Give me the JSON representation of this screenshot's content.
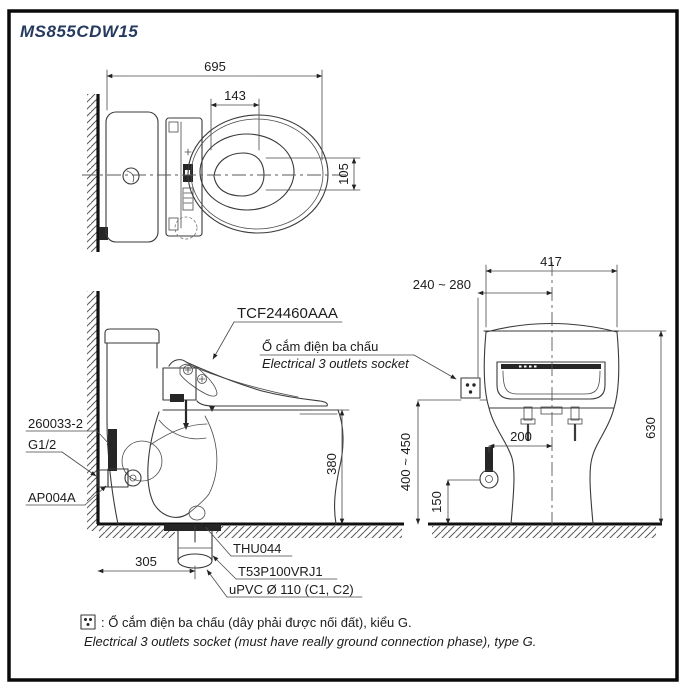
{
  "title": "MS855CDW15",
  "colors": {
    "title_accent": "#253a5e",
    "line": "#3a3a3a",
    "dark_parts": "#262626"
  },
  "top_view": {
    "dim_overall_depth": "695",
    "dim_seat_opening_width": "143",
    "dim_water_surface": "105"
  },
  "side_view": {
    "part_seat_unit": "TCF24460AAA",
    "socket_label_vi": "Ổ cắm điện ba chấu",
    "socket_label_en": "Electrical 3 outlets socket",
    "part_hose": "260033-2",
    "thread_size": "G1/2",
    "part_valve": "AP004A",
    "dim_rim_height": "380",
    "part_flange": "THU044",
    "dim_drain_offset": "305",
    "part_drain_joint": "T53P100VRJ1",
    "pipe_spec": "uPVC Ø 110 (C1, C2)"
  },
  "front_view": {
    "dim_tank_width": "417",
    "dim_socket_side_offset": "240 ~ 280",
    "dim_overall_height": "630",
    "dim_socket_height": "400 ~ 450",
    "dim_valve_side_offset": "200",
    "dim_valve_height": "150"
  },
  "note": {
    "vi": ": Ổ cắm điện ba chấu (dây phải được nối đất), kiểu G.",
    "en": "Electrical 3 outlets socket (must have really ground connection phase), type G."
  }
}
